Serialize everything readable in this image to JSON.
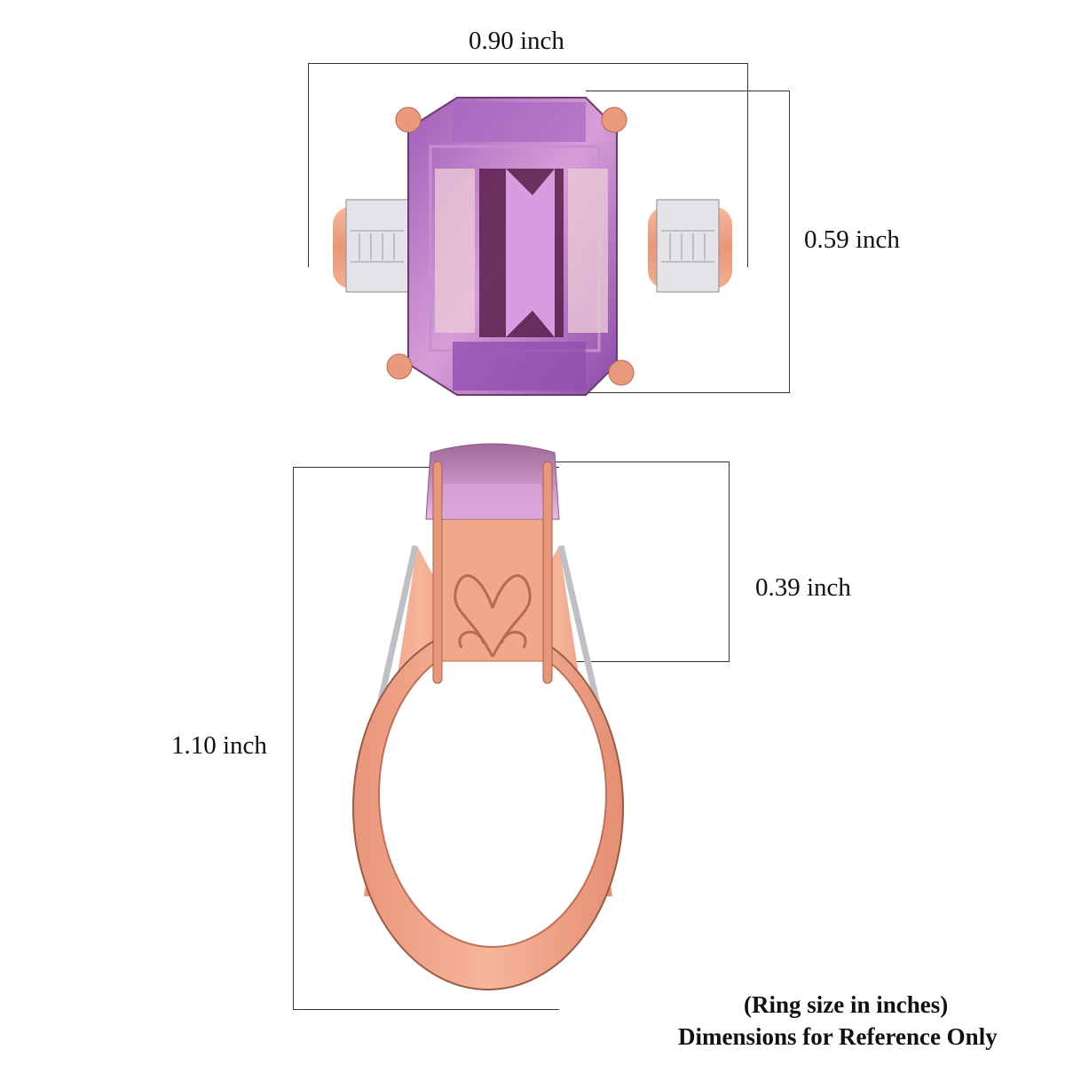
{
  "top_view": {
    "width_label": "0.90 inch",
    "height_label": "0.59 inch",
    "gem_color": "#b07ac6",
    "metal_color": "#f0a88c"
  },
  "side_view": {
    "head_height_label": "0.39 inch",
    "total_height_label": "1.10 inch"
  },
  "caption": {
    "line1": "(Ring size in inches)",
    "line2": "Dimensions for Reference Only"
  },
  "colors": {
    "metal": "#f2a88a",
    "metal_dark": "#c8735a",
    "gem": "#b884cc",
    "gem_dark": "#7b3f8c",
    "diamond": "#e8e8ec",
    "line": "#333333"
  }
}
